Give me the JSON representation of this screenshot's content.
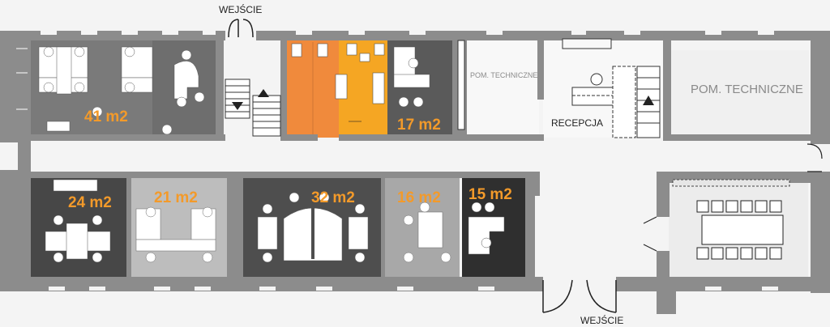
{
  "labels": {
    "entrance_top": "WEJŚCIE",
    "entrance_bottom": "WEJŚCIE",
    "reception": "RECEPCJA",
    "tech_room_small": "POM. TECHNICZNE",
    "tech_room_large": "POM. TECHNICZNE"
  },
  "rooms": {
    "r41": "41 m2",
    "r17": "17 m2",
    "r24": "24 m2",
    "r21": "21 m2",
    "r32": "32 m2",
    "r16": "16 m2",
    "r15": "15 m2"
  },
  "colors": {
    "wall": "#8c8c8c",
    "room_dark": "#474747",
    "room_mid": "#6e6e6e",
    "room_light": "#bdbdbd",
    "restroom_orange": "#f08a3c",
    "restroom_yellow": "#f5a623",
    "area_text": "#f39a2a",
    "floor": "#f4f4f4"
  }
}
